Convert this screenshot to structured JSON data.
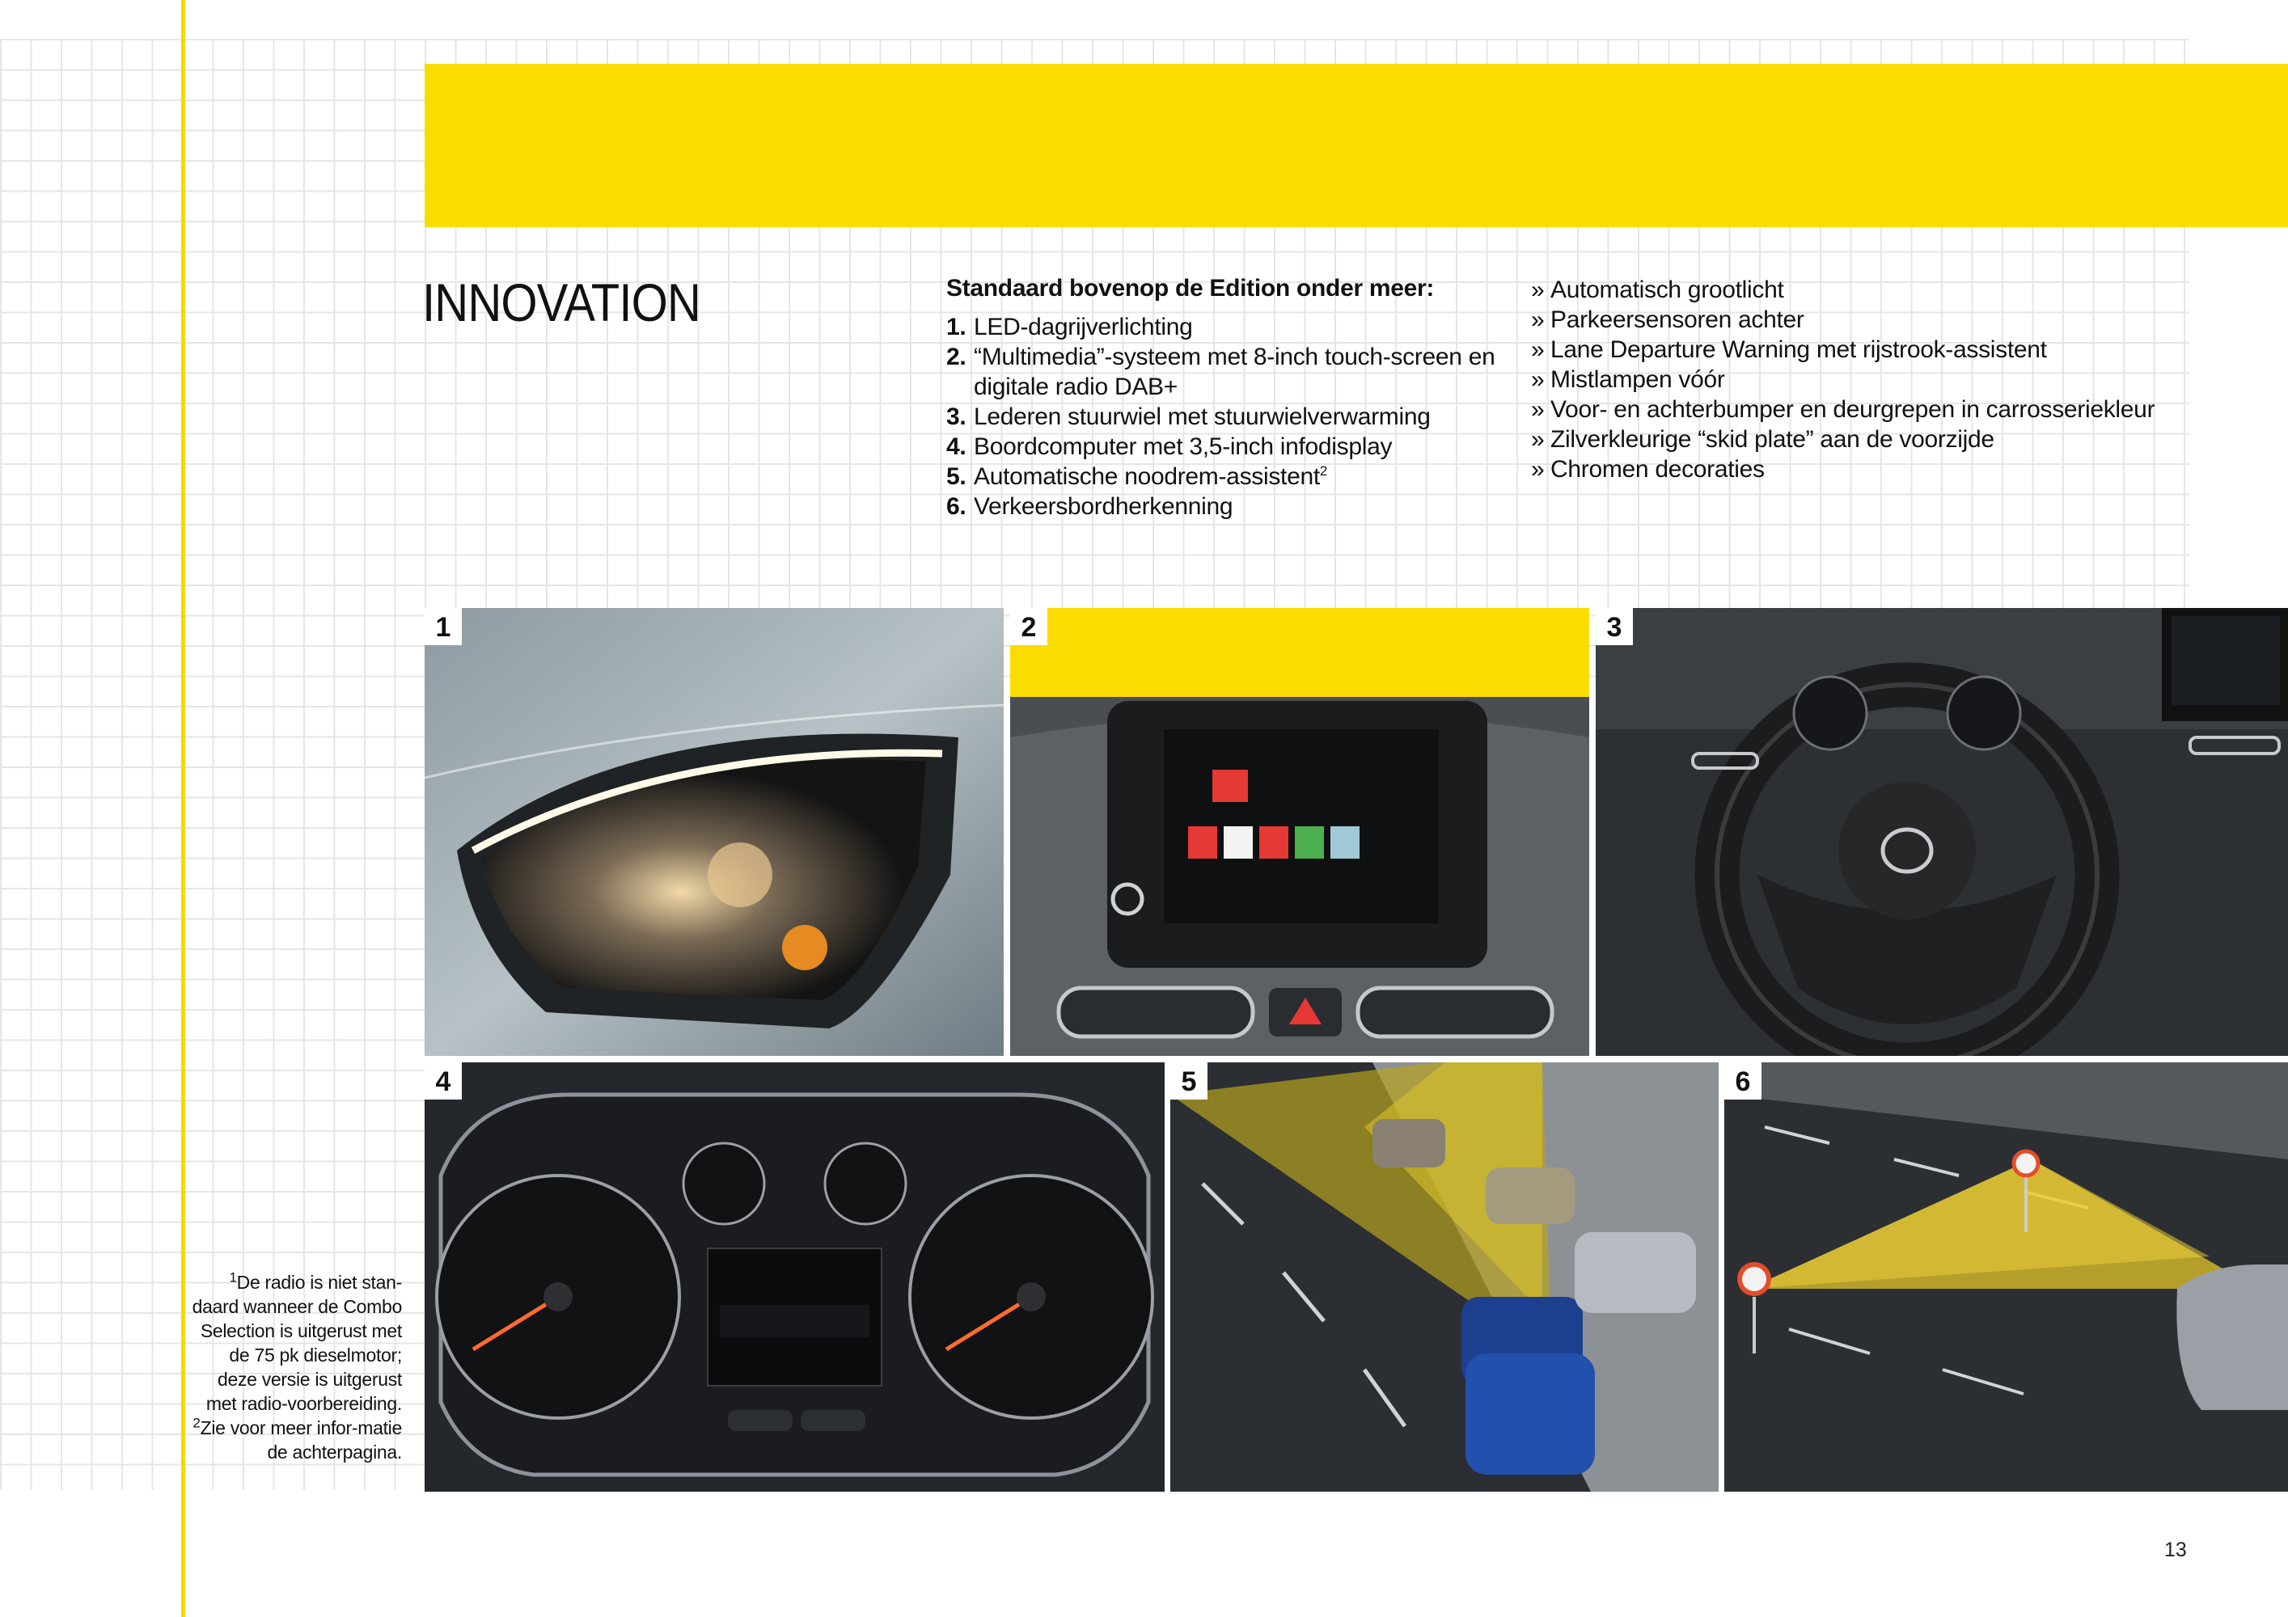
{
  "section_title": "INNOVATION",
  "standard": {
    "heading": "Standaard bovenop de Edition onder meer:",
    "items": [
      {
        "num": "1.",
        "text": "LED-dagrijverlichting"
      },
      {
        "num": "2.",
        "text": "“Multimedia”-systeem met 8-inch touch-screen en digitale radio DAB+"
      },
      {
        "num": "3.",
        "text": "Lederen stuurwiel met stuurwielverwarming"
      },
      {
        "num": "4.",
        "text": "Boordcomputer met 3,5-inch infodisplay"
      },
      {
        "num": "5.",
        "text": "Automatische noodrem-assistent",
        "sup": "2"
      },
      {
        "num": "6.",
        "text": "Verkeersbordherkenning"
      }
    ]
  },
  "extras": {
    "marker": "»",
    "items": [
      "Automatisch grootlicht",
      "Parkeersensoren achter",
      "Lane Departure Warning met rijstrook-assistent",
      "Mistlampen vóór",
      "Voor- en achterbumper en deurgrepen in carrosseriekleur",
      "Zilverkleurige “skid plate” aan de voorzijde",
      "Chromen decoraties"
    ]
  },
  "photos": [
    {
      "label": "1",
      "icon": "headlight-photo"
    },
    {
      "label": "2",
      "icon": "touchscreen-photo"
    },
    {
      "label": "3",
      "icon": "steering-wheel-photo"
    },
    {
      "label": "4",
      "icon": "instrument-cluster-photo"
    },
    {
      "label": "5",
      "icon": "emergency-brake-photo"
    },
    {
      "label": "6",
      "icon": "traffic-sign-recognition-photo"
    }
  ],
  "footnotes": {
    "note1_marker": "1",
    "note1": "De radio is niet stan-daard wanneer de Combo Selection is uitgerust met de 75 pk dieselmotor; deze versie is uitgerust met radio-voorbereiding.",
    "note2_marker": "2",
    "note2": "Zie voor meer infor-matie de achterpagina."
  },
  "page_number": "13",
  "colors": {
    "accent_yellow": "#fbdc00",
    "rule_yellow": "#f7d800",
    "text": "#111111",
    "grid": "#e6e6e6"
  }
}
